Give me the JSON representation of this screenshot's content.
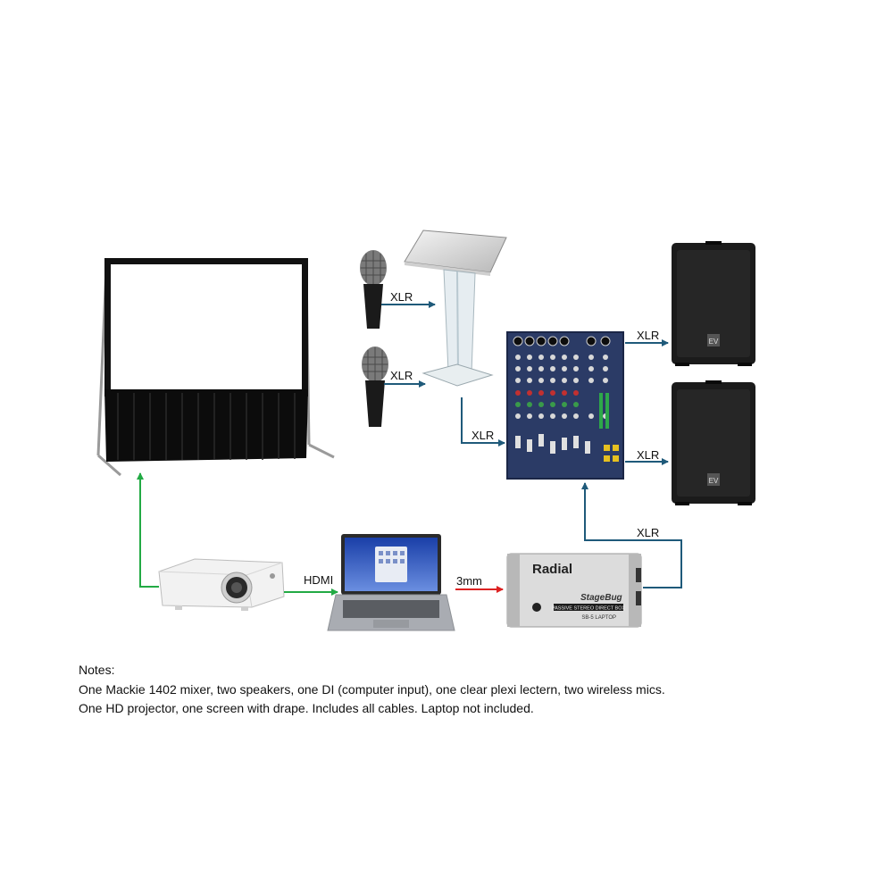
{
  "connections": {
    "mic1_to_lectern": "XLR",
    "mic2_to_lectern": "XLR",
    "lectern_to_mixer": "XLR",
    "mixer_to_speaker1": "XLR",
    "mixer_to_speaker2": "XLR",
    "di_to_mixer": "XLR",
    "projector_to_laptop": "HDMI",
    "laptop_to_di": "3mm"
  },
  "equipment": {
    "speaker_logo": "EV",
    "di_brand": "Radial",
    "di_model": "StageBug",
    "di_desc": "PASSIVE STEREO DIRECT BOX",
    "di_submodel": "SB-5 LAPTOP"
  },
  "notes": {
    "heading": "Notes:",
    "line1": "One Mackie 1402 mixer, two speakers, one DI (computer input), one clear plexi lectern, two wireless mics.",
    "line2": "One HD projector, one screen with drape. Includes all cables. Laptop not included."
  },
  "colors": {
    "audio_cable": "#1f5a7a",
    "video_cable": "#22aa44",
    "line_cable": "#dd2222"
  }
}
